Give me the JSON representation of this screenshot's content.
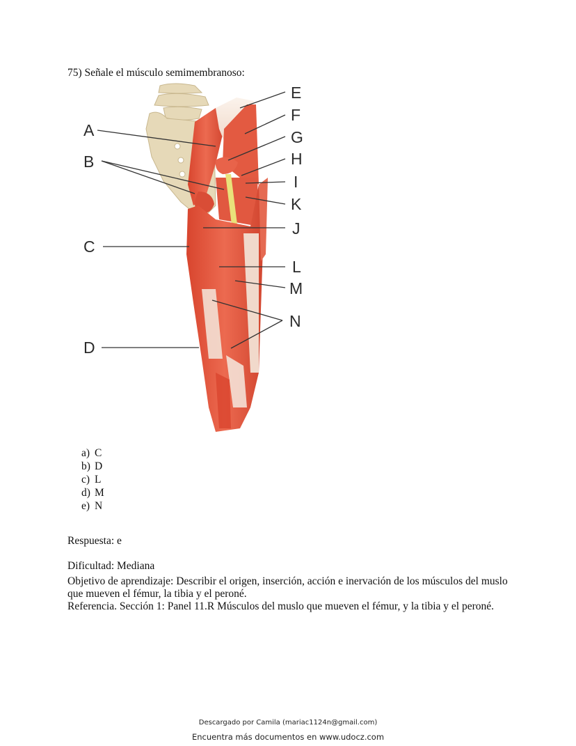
{
  "question": {
    "number": "75)",
    "title": "75) Señale el músculo semimembranoso:"
  },
  "figure": {
    "description": "Posterior view of hip and thigh muscles with labeled structures",
    "labels_left": [
      "A",
      "B",
      "C",
      "D"
    ],
    "labels_right": [
      "E",
      "F",
      "G",
      "H",
      "I",
      "K",
      "J",
      "L",
      "M",
      "N"
    ],
    "colors": {
      "muscle": "#e0553c",
      "muscle_dark": "#c63a25",
      "tendon": "#f4e6dc",
      "bone": "#e8dcbc",
      "nerve": "#e9e27a",
      "leader_line": "#333333"
    }
  },
  "options": [
    {
      "key": "a)",
      "value": "C"
    },
    {
      "key": "b)",
      "value": "D"
    },
    {
      "key": "c)",
      "value": "L"
    },
    {
      "key": "d)",
      "value": "M"
    },
    {
      "key": "e)",
      "value": "N"
    }
  ],
  "answer": "Respuesta: e",
  "difficulty": "Dificultad: Mediana",
  "objective": "Objetivo de aprendizaje: Describir el origen, inserción, acción e inervación de los músculos del muslo que mueven el fémur, la tibia y el peroné.",
  "reference": "Referencia. Sección 1: Panel 11.R Músculos del muslo que mueven el fémur, y la tibia y el peroné.",
  "footer": {
    "downloaded_by": "Descargado por Camila (mariac1124n@gmail.com)",
    "more_docs": "Encuentra más documentos en www.udocz.com"
  }
}
